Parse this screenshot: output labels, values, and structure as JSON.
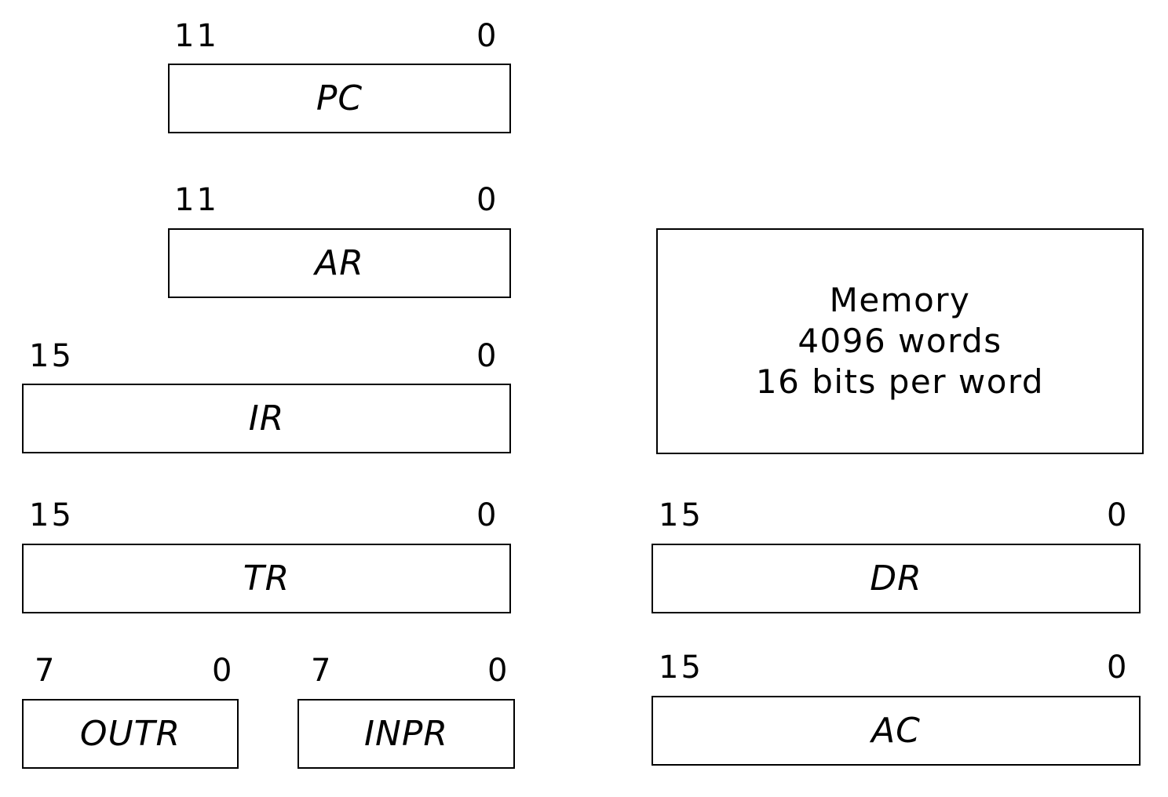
{
  "registers": {
    "pc": {
      "name": "PC",
      "high_bit": "11",
      "low_bit": "0"
    },
    "ar": {
      "name": "AR",
      "high_bit": "11",
      "low_bit": "0"
    },
    "ir": {
      "name": "IR",
      "high_bit": "15",
      "low_bit": "0"
    },
    "tr": {
      "name": "TR",
      "high_bit": "15",
      "low_bit": "0"
    },
    "outr": {
      "name": "OUTR",
      "high_bit": "7",
      "low_bit": "0"
    },
    "inpr": {
      "name": "INPR",
      "high_bit": "7",
      "low_bit": "0"
    },
    "dr": {
      "name": "DR",
      "high_bit": "15",
      "low_bit": "0"
    },
    "ac": {
      "name": "AC",
      "high_bit": "15",
      "low_bit": "0"
    }
  },
  "memory": {
    "line1": "Memory",
    "line2": "4096 words",
    "line3": "16 bits per word"
  }
}
